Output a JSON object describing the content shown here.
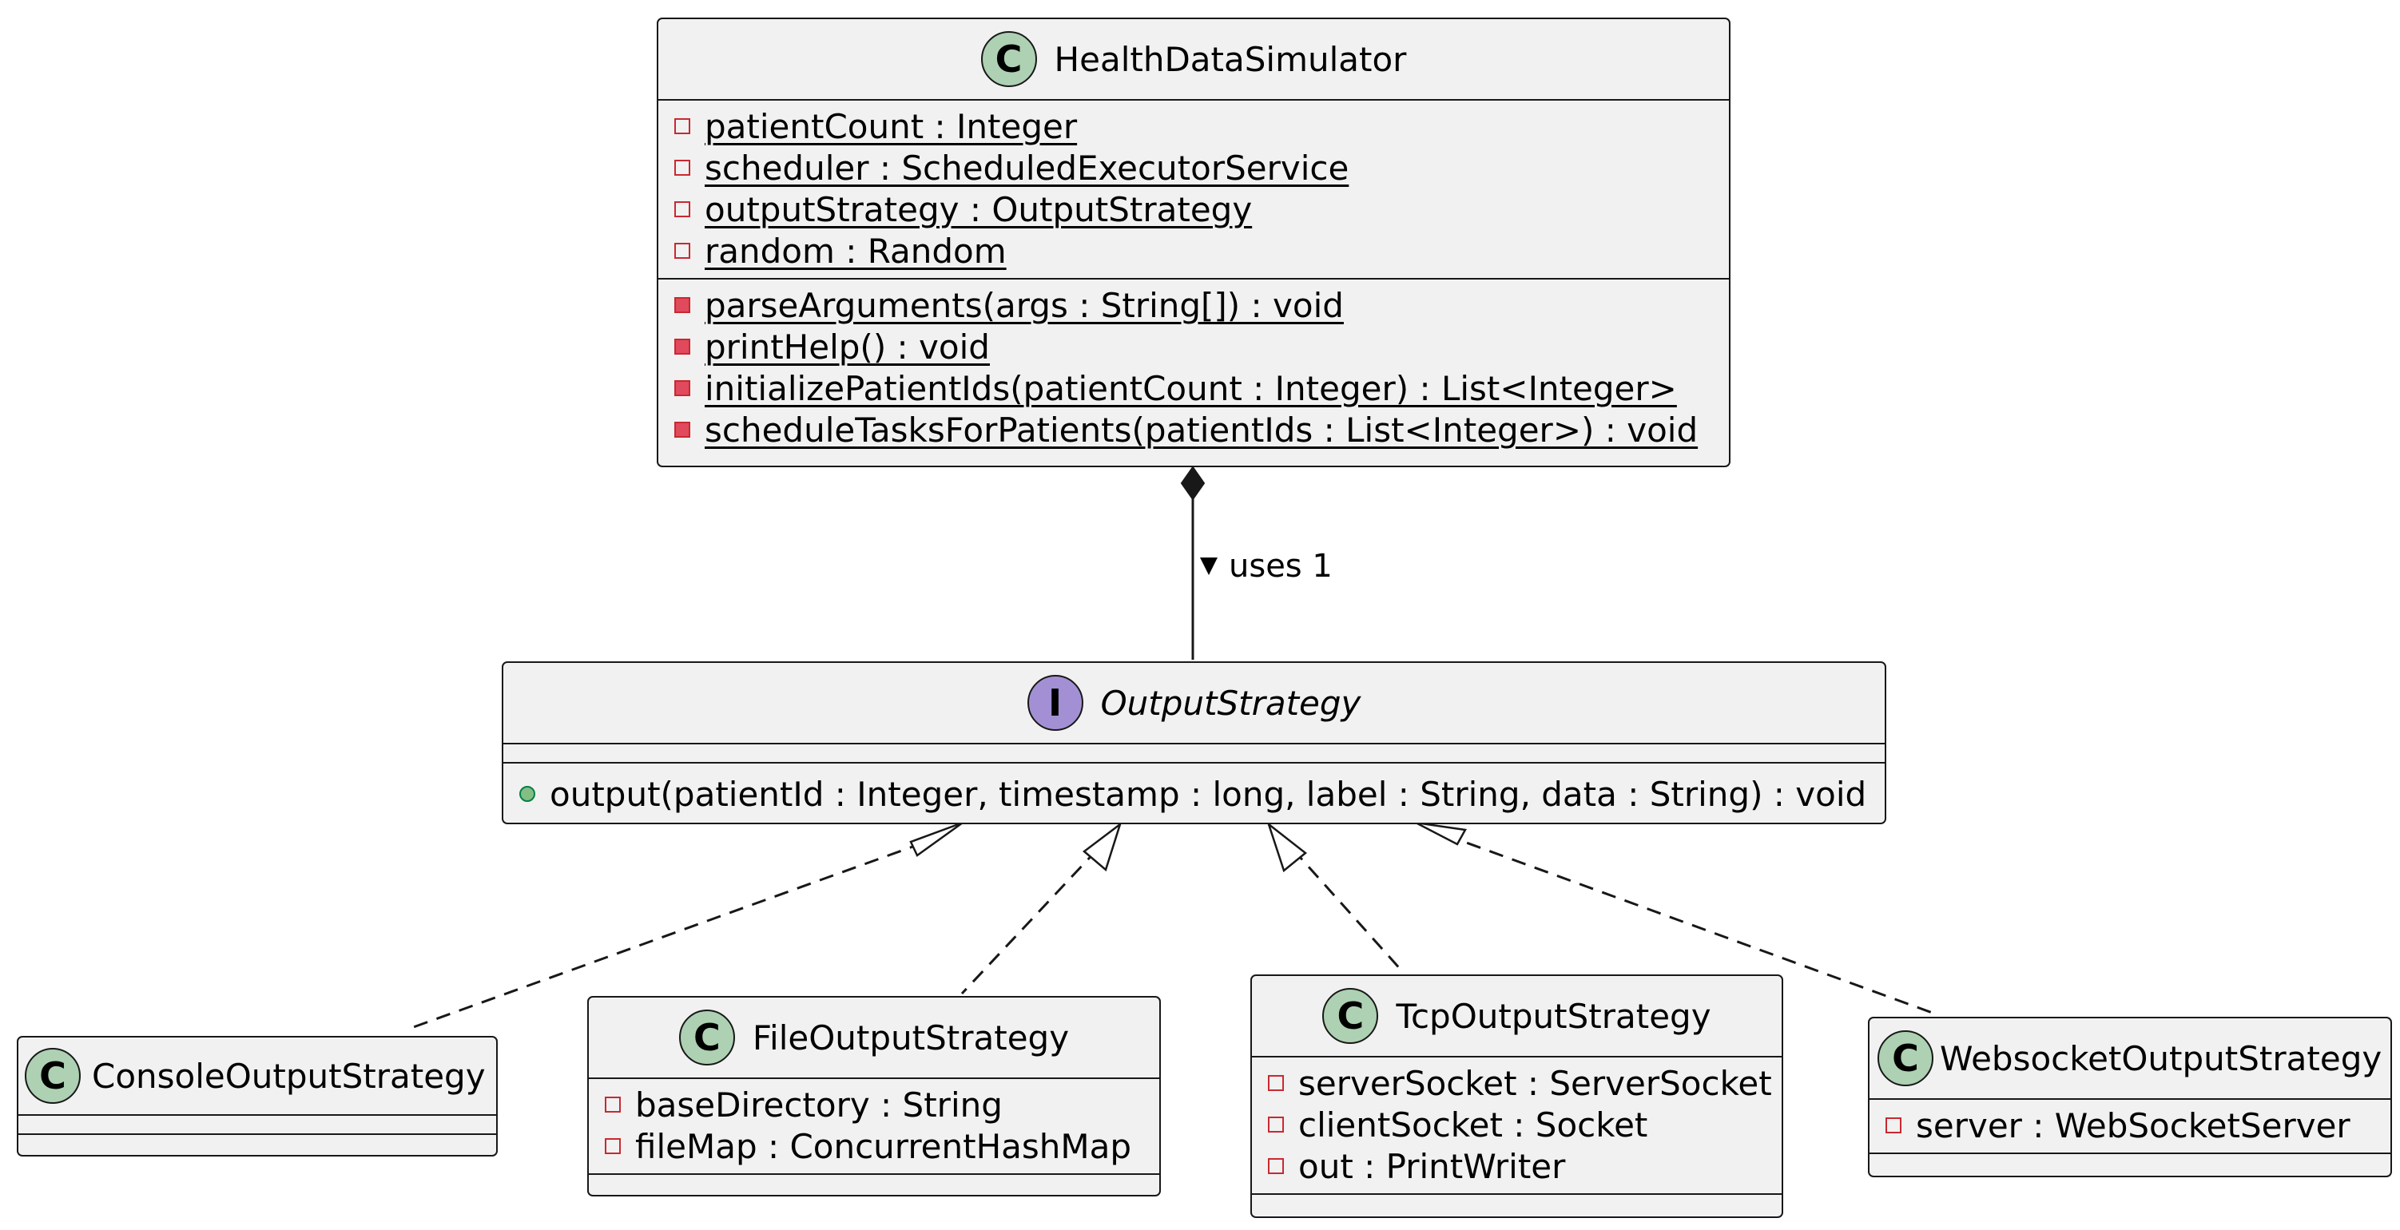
{
  "classes": {
    "health_data_simulator": {
      "kind": "C",
      "name": "HealthDataSimulator",
      "fields": [
        "patientCount : Integer",
        "scheduler : ScheduledExecutorService",
        "outputStrategy : OutputStrategy",
        "random : Random"
      ],
      "methods": [
        "parseArguments(args : String[]) : void",
        "printHelp() : void",
        "initializePatientIds(patientCount : Integer) : List<Integer>",
        "scheduleTasksForPatients(patientIds : List<Integer>) : void"
      ]
    },
    "output_strategy": {
      "kind": "I",
      "name": "OutputStrategy",
      "methods": [
        "output(patientId : Integer, timestamp : long, label : String, data : String) : void"
      ]
    },
    "console_output_strategy": {
      "kind": "C",
      "name": "ConsoleOutputStrategy"
    },
    "file_output_strategy": {
      "kind": "C",
      "name": "FileOutputStrategy",
      "fields": [
        "baseDirectory : String",
        "fileMap : ConcurrentHashMap"
      ]
    },
    "tcp_output_strategy": {
      "kind": "C",
      "name": "TcpOutputStrategy",
      "fields": [
        "serverSocket : ServerSocket",
        "clientSocket : Socket",
        "out : PrintWriter"
      ]
    },
    "websocket_output_strategy": {
      "kind": "C",
      "name": "WebsocketOutputStrategy",
      "fields": [
        "server : WebSocketServer"
      ]
    }
  },
  "relations": {
    "composition_label": "uses 1"
  },
  "colors": {
    "class_badge": "#add1b2",
    "interface_badge": "#a390d4",
    "box_fill": "#f1f1f1",
    "private_marker": "#c82930",
    "public_marker": "#038048"
  }
}
